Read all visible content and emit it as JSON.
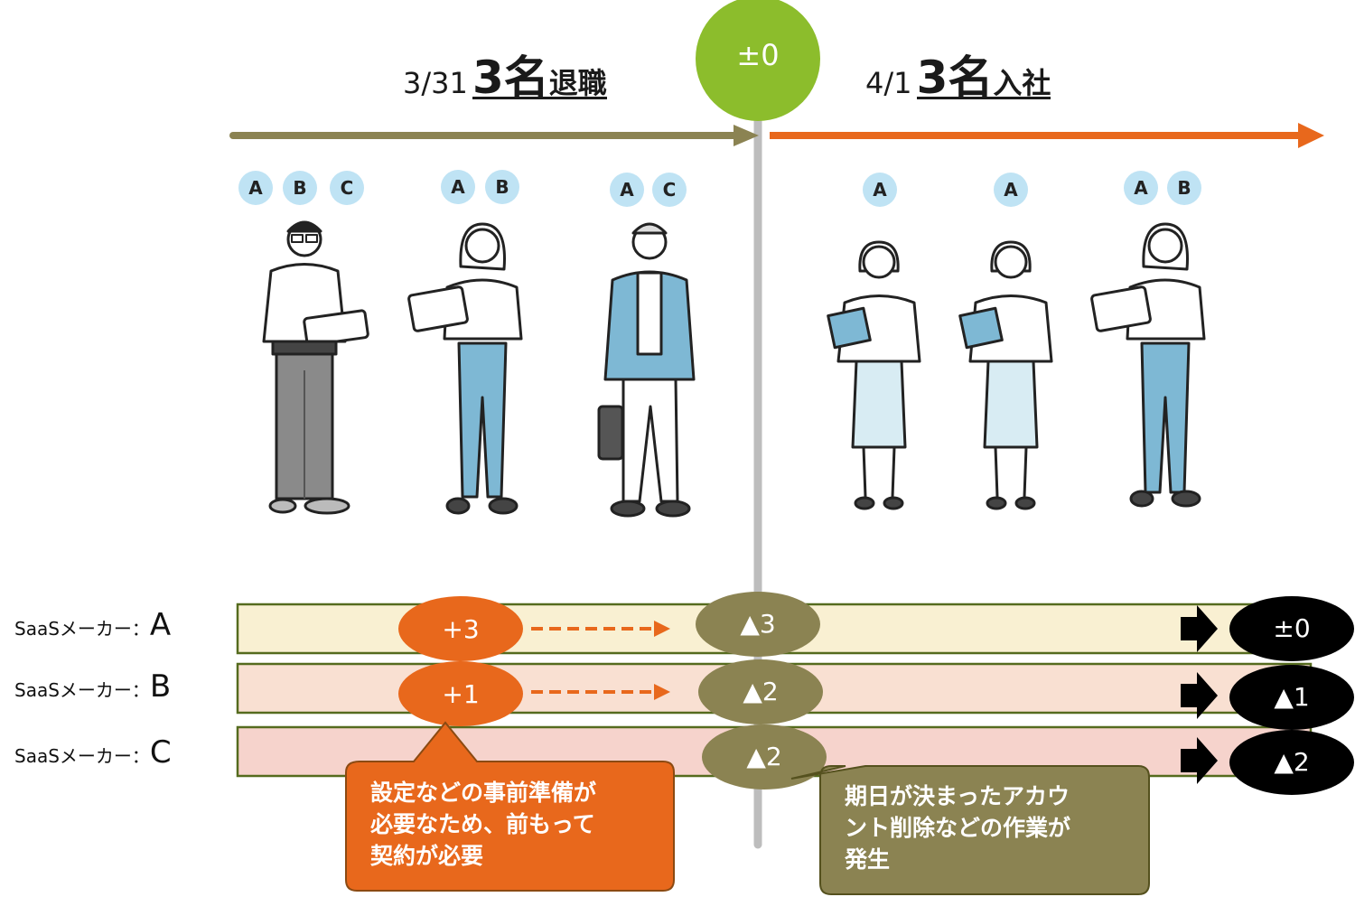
{
  "header": {
    "center_badge": "±0",
    "left": {
      "date": "3/31",
      "count": "3名",
      "action": "退職"
    },
    "right": {
      "date": "4/1",
      "count": "3名",
      "action": "入社"
    }
  },
  "people_left": [
    {
      "tags": [
        "A",
        "B",
        "C"
      ]
    },
    {
      "tags": [
        "A",
        "B"
      ]
    },
    {
      "tags": [
        "A",
        "C"
      ]
    }
  ],
  "people_right": [
    {
      "tags": [
        "A"
      ]
    },
    {
      "tags": [
        "A"
      ]
    },
    {
      "tags": [
        "A",
        "B"
      ]
    }
  ],
  "rows": [
    {
      "prefix": "SaaSメーカー：",
      "letter": "A",
      "plus": "+3",
      "mid": "▲3",
      "result": "±0",
      "color": "#f9f0d2"
    },
    {
      "prefix": "SaaSメーカー：",
      "letter": "B",
      "plus": "+1",
      "mid": "▲2",
      "result": "▲1",
      "color": "#f9e0d2"
    },
    {
      "prefix": "SaaSメーカー：",
      "letter": "C",
      "plus": "",
      "mid": "▲2",
      "result": "▲2",
      "color": "#f6d3cc"
    }
  ],
  "callouts": {
    "left": [
      "設定などの事前準備が",
      "必要なため、前もって",
      "契約が必要"
    ],
    "right": [
      "期日が決まったアカウ",
      "ント削除などの作業が",
      "発生"
    ]
  },
  "colors": {
    "olive": "#8b8352",
    "orange": "#e8681c",
    "green": "#8cbd2c",
    "black": "#000000",
    "tag": "#bfe3f4"
  }
}
